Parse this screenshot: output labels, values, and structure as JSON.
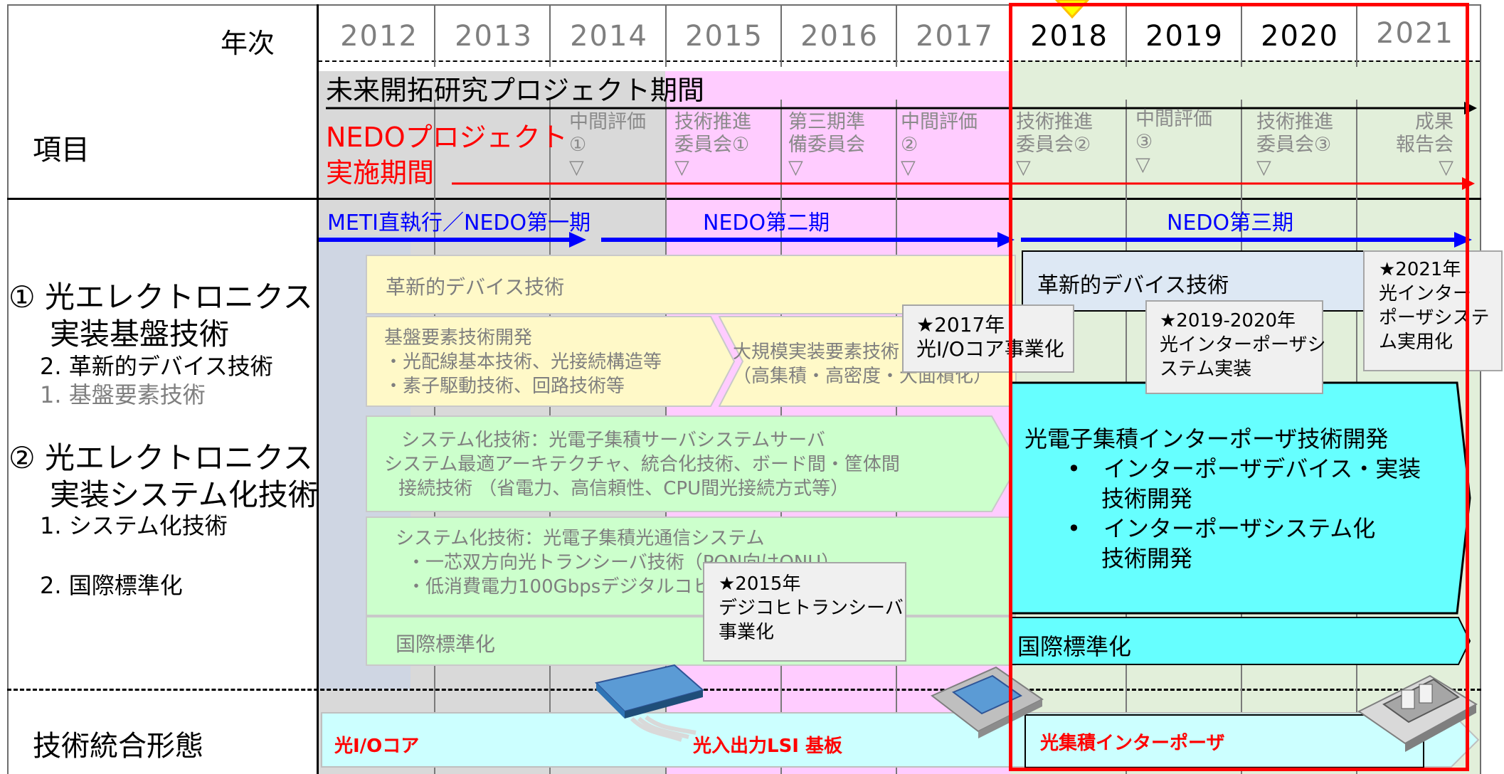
{
  "colors": {
    "period1": "#d9d9d9",
    "period1_lower": "#cfd6e3",
    "period2": "#ffccff",
    "period3": "#e2efda",
    "highlight_frame": "#ff0000",
    "blue_arrow": "#0000ff",
    "red_arrow": "#ff0000",
    "interposer_box": "#66ffff"
  },
  "header": {
    "year_label": "年次",
    "item_label": "項目"
  },
  "years": [
    "2012",
    "2013",
    "2014",
    "2015",
    "2016",
    "2017",
    "2018",
    "2019",
    "2020",
    "2021"
  ],
  "project_period": "未来開拓研究プロジェクト期間",
  "nedo_period": [
    "NEDOプロジェクト",
    "実施期間"
  ],
  "events": [
    {
      "lines": [
        "中間評価",
        "①",
        "▽"
      ]
    },
    {
      "lines": [
        "技術推進",
        "委員会①",
        "▽"
      ]
    },
    {
      "lines": [
        "第三期準",
        "備委員会",
        "▽"
      ]
    },
    {
      "lines": [
        "中間評価",
        "②",
        "▽"
      ]
    },
    {
      "lines": [
        "技術推進",
        "委員会②",
        "▽"
      ]
    },
    {
      "lines": [
        "中間評価",
        "③",
        "▽"
      ]
    },
    {
      "lines": [
        "技術推進",
        "委員会③",
        "▽"
      ]
    },
    {
      "lines": [
        "成果",
        "報告会",
        "▽"
      ]
    }
  ],
  "phases": {
    "phase1": "METI直執行／NEDO第一期",
    "phase2": "NEDO第二期",
    "phase3": "NEDO第三期"
  },
  "left_items": {
    "item1_title": "① 光エレクトロニクス",
    "item1_title2": "実装基盤技術",
    "item1_sub1": "2. 革新的デバイス技術",
    "item1_sub2": "1. 基盤要素技術",
    "item2_title": "② 光エレクトロニクス",
    "item2_title2": "実装システム化技術",
    "item2_sub1": "1. システム化技術",
    "item2_sub2": "2. 国際標準化",
    "integration": "技術統合形態"
  },
  "boxes": {
    "innovative_device": "革新的デバイス技術",
    "basic_element": [
      "基盤要素技術開発",
      "・光配線基本技術、光接続構造等",
      "・素子駆動技術、回路技術等"
    ],
    "large_scale": [
      "大規模実装要素技術",
      "（高集積・高密度・大面積化）"
    ],
    "system_server": [
      "システム化技術：光電子集積サーバシステムサーバ",
      "システム最適アーキテクチャ、統合化技術、ボード間・筐体間",
      "接続技術 （省電力、高信頼性、CPU間光接続方式等）"
    ],
    "system_comm": [
      "システム化技術：光電子集積光通信システム",
      "・一芯双方向光トランシーバ技術（PON向けONU）",
      "・低消費電力100Gbpsデジタルコヒーレント"
    ],
    "intl_std": "国際標準化",
    "p3_innovative": "革新的デバイス技術",
    "p3_interposer": [
      "光電子集積インターポーザ技術開発",
      "•　インターポーザデバイス・実装",
      "技術開発",
      "•　インターポーザシステム化",
      "技術開発"
    ],
    "p3_intl_std": "国際標準化"
  },
  "callouts": {
    "c2017": [
      "★2017年",
      "光I/Oコア事業化"
    ],
    "c2019": [
      "★2019-2020年",
      "光インターポーザシ",
      "ステム実装"
    ],
    "c2021": [
      "★2021年",
      "光インター",
      "ポーザシステ",
      "ム実用化"
    ],
    "c2015": [
      "★2015年",
      "デジコヒトランシーバ",
      "事業化"
    ]
  },
  "integration_row": {
    "io_core": "光I/Oコア",
    "lsi": "光入出力LSI 基板",
    "interposer": "光集積インターポーザ"
  }
}
